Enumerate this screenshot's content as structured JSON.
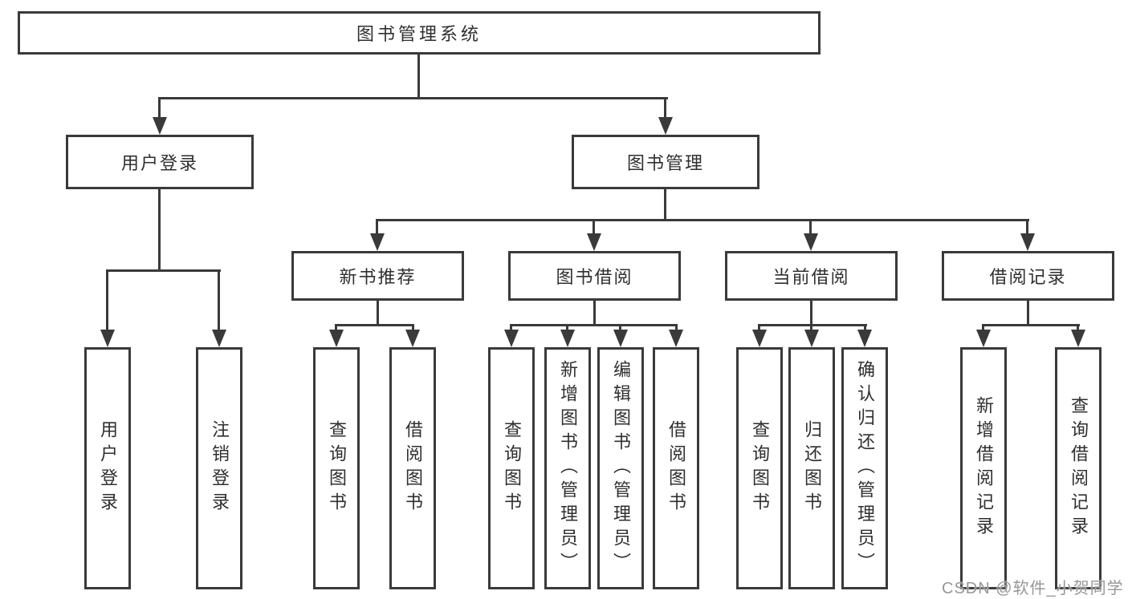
{
  "diagram": {
    "root": {
      "label": "图书管理系统"
    },
    "level2": [
      {
        "label": "用户登录"
      },
      {
        "label": "图书管理"
      }
    ],
    "login_leaves": [
      "用户登录",
      "注销登录"
    ],
    "groups": [
      {
        "label": "新书推荐",
        "leaves": [
          "查询图书",
          "借阅图书"
        ]
      },
      {
        "label": "图书借阅",
        "leaves": [
          "查询图书",
          "新增图书（管理员）",
          "编辑图书（管理员）",
          "借阅图书"
        ]
      },
      {
        "label": "当前借阅",
        "leaves": [
          "查询图书",
          "归还图书",
          "确认归还（管理员）"
        ]
      },
      {
        "label": "借阅记录",
        "leaves": [
          "新增借阅记录",
          "查询借阅记录"
        ]
      }
    ]
  },
  "colors": {
    "line": "#3a3a3a",
    "text": "#2f2f2f",
    "watermark": "#979797"
  },
  "watermark": "CSDN @软件_小贺同学"
}
